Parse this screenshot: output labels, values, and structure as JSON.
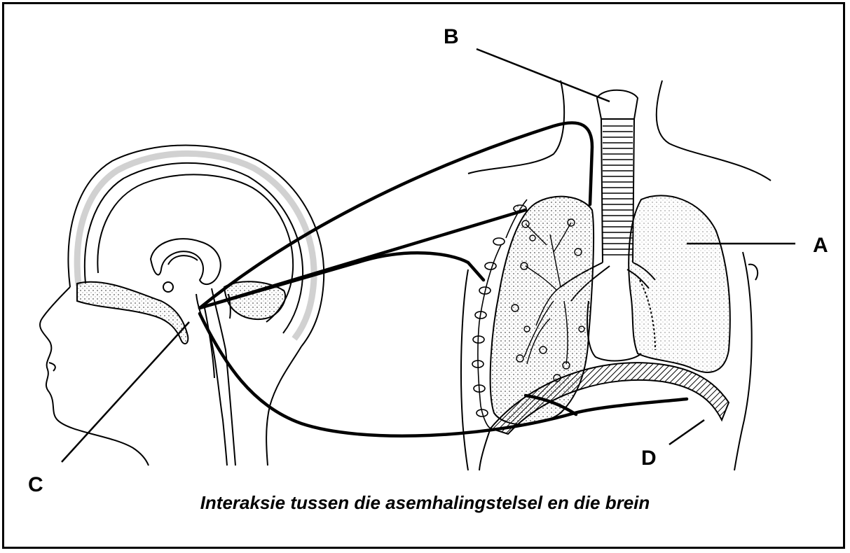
{
  "labels": {
    "a": "A",
    "b": "B",
    "c": "C",
    "d": "D"
  },
  "caption": "Interaksie tussen die asemhalingstelsel en die brein",
  "colors": {
    "ink": "#000000",
    "stipple": "#9a9a9a",
    "background": "#ffffff"
  }
}
